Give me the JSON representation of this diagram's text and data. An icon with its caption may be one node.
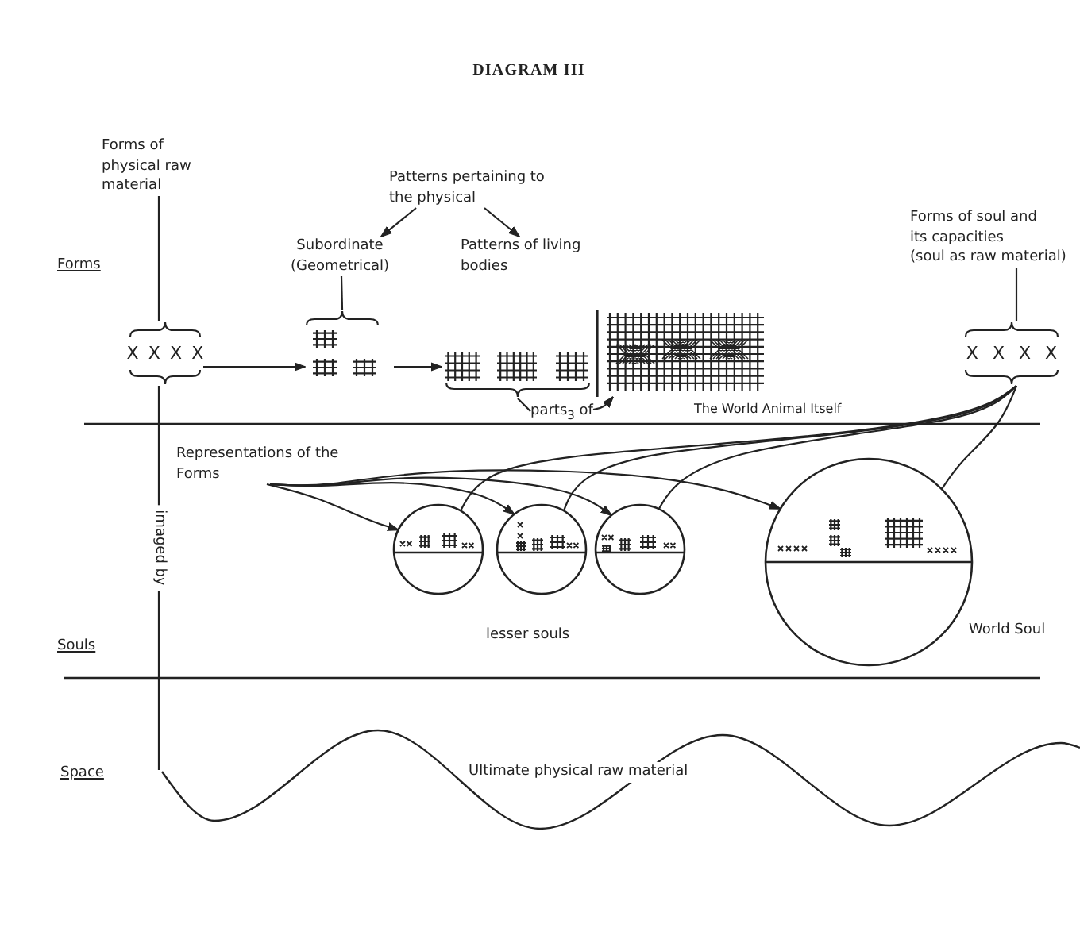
{
  "diagram": {
    "title": "DIAGRAM III",
    "nodes": [
      {
        "text": [
          "Forms of physical raw material"
        ]
      },
      {
        "text": [
          "X X X X"
        ]
      },
      {
        "text": [
          "Patterns pertaining to the physical"
        ]
      },
      {
        "text": [
          "Subordinate (Geometrical)"
        ]
      },
      {
        "text": [
          "Patterns of living bodies"
        ]
      },
      {
        "text": [],
        "shape": "picture"
      },
      {
        "text": [],
        "shape": "picture"
      },
      {
        "text": [
          "parts$_{3}$ of"
        ]
      },
      {
        "text": [],
        "shape": "picture",
        "beside": [
          "The World Animal Itself"
        ]
      },
      {
        "text": [
          "Forms of soul and its capacities (soul as raw material)"
        ]
      },
      {
        "text": [
          "X X X X"
        ]
      },
      {
        "text": [
          "Representations of the Forms"
        ]
      },
      {
        "text": [],
        "shape": "circle"
      },
      {
        "text": [],
        "shape": "circle"
      },
      {
        "text": [],
        "shape": "circle"
      },
      {
        "text": [],
        "shape": "circle",
        "beside": [
          "World Soul"
        ]
      },
      {
        "text": [
          "Ultimate physical raw material"
        ]
      }
    ],
    "edges": [
      {
        "from": 0,
        "to": 1,
        "arrow": "none"
      },
      {
        "from": 2,
        "to": 3,
        "arrow": "to"
      },
      {
        "from": 2,
        "to": 4,
        "arrow": "to"
      },
      {
        "from": 3,
        "to": 5,
        "arrow": "none"
      },
      {
        "from": 1,
        "to": 5,
        "arrow": "to"
      },
      {
        "from": 5,
        "to": 6,
        "arrow": "to"
      },
      {
        "from": 7,
        "to": 6,
        "arrow": "none"
      },
      {
        "from": 7,
        "to": 8,
        "arrow": "to"
      },
      {
        "from": 9,
        "to": 10,
        "arrow": "none"
      },
      {
        "from": 11,
        "to": 12,
        "arrow": "to"
      },
      {
        "from": 11,
        "to": 13,
        "arrow": "to"
      },
      {
        "from": 11,
        "to": 14,
        "arrow": "to"
      },
      {
        "from": 11,
        "to": 15,
        "arrow": "to"
      },
      {
        "from": 10,
        "to": 12,
        "arrow": "none"
      },
      {
        "from": 10,
        "to": 13,
        "arrow": "none"
      },
      {
        "from": 10,
        "to": 14,
        "arrow": "none"
      },
      {
        "from": 10,
        "to": 15,
        "arrow": "none"
      },
      {
        "from": 1,
        "to": 16,
        "arrow": "none",
        "label": "imaged by"
      }
    ],
    "labels": [
      "Forms",
      "Souls",
      "lesser souls",
      "Space"
    ]
  }
}
